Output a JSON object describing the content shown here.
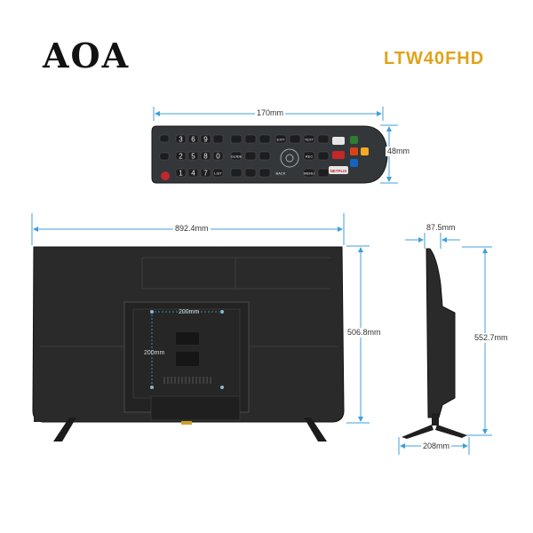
{
  "brand": {
    "logo_text": "AOA",
    "model": "LTW40FHD"
  },
  "colors": {
    "dimension_line": "#3fa0d8",
    "model_text": "#e0a31a",
    "device_body": "#2a2a2a"
  },
  "remote": {
    "width_label": "170mm",
    "height_label": "48mm",
    "keys_row1": [
      "3",
      "6",
      "9",
      "EXIT",
      "TEXT"
    ],
    "keys_row2": [
      "2",
      "5",
      "8",
      "0",
      "GUIDE",
      "REC"
    ],
    "keys_row3": [
      "1",
      "4",
      "7",
      "LIST",
      "BACK",
      "MENU"
    ],
    "streaming_button": "NETFLIX",
    "icons": [
      "power-icon",
      "dpad-icon",
      "color-key-icons",
      "streaming-key-icons"
    ]
  },
  "tv_back": {
    "width_label": "892.4mm",
    "height_label": "506.8mm",
    "vesa_horizontal_label": "200mm",
    "vesa_vertical_label": "200mm"
  },
  "tv_side": {
    "depth_label": "87.5mm",
    "height_with_stand_label": "552.7mm",
    "stand_depth_label": "208mm"
  }
}
